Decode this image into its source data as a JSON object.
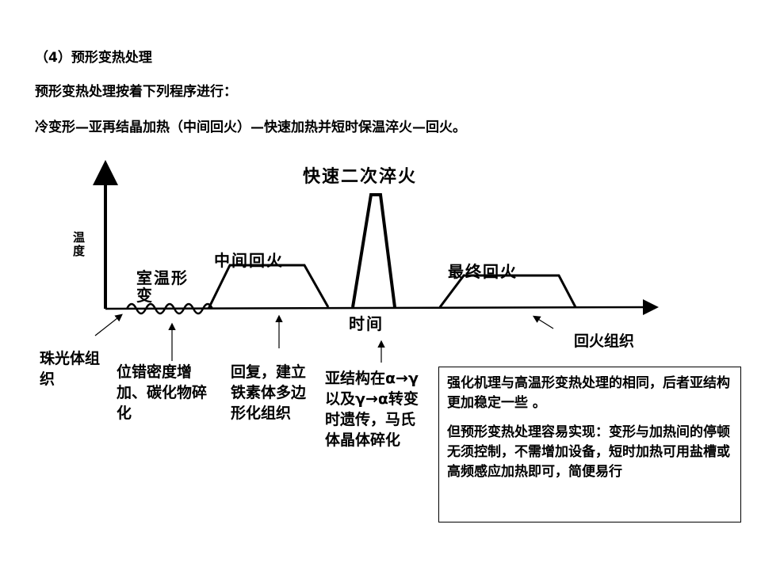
{
  "heading": "（4）预形变热处理",
  "intro": "预形变热处理按着下列程序进行：",
  "sequence": "冷变形—亚再结晶加热（中间回火）—快速加热并短时保温淬火—回火。",
  "diagram": {
    "y_axis_label": "温度",
    "x_axis_label": "时间",
    "stages": {
      "deform": "室温形变",
      "intermediate": "中间回火",
      "quench": "快速二次淬火",
      "final": "最终回火"
    },
    "annotations": [
      "珠光体组织",
      "位错密度增加、碳化物碎化",
      "回复，建立铁素体多边形化组织",
      "亚结构在α→γ以及γ→α转变时遗传，马氏体晶体碎化",
      "回火组织"
    ]
  },
  "note": {
    "p1": "强化机理与高温形变热处理的相同，后者亚结构更加稳定一些 。",
    "p2": "但预形变热处理容易实现：变形与加热间的停顿无须控制，不需增加设备，短时加热可用盐槽或高频感应加热即可，简便易行"
  }
}
